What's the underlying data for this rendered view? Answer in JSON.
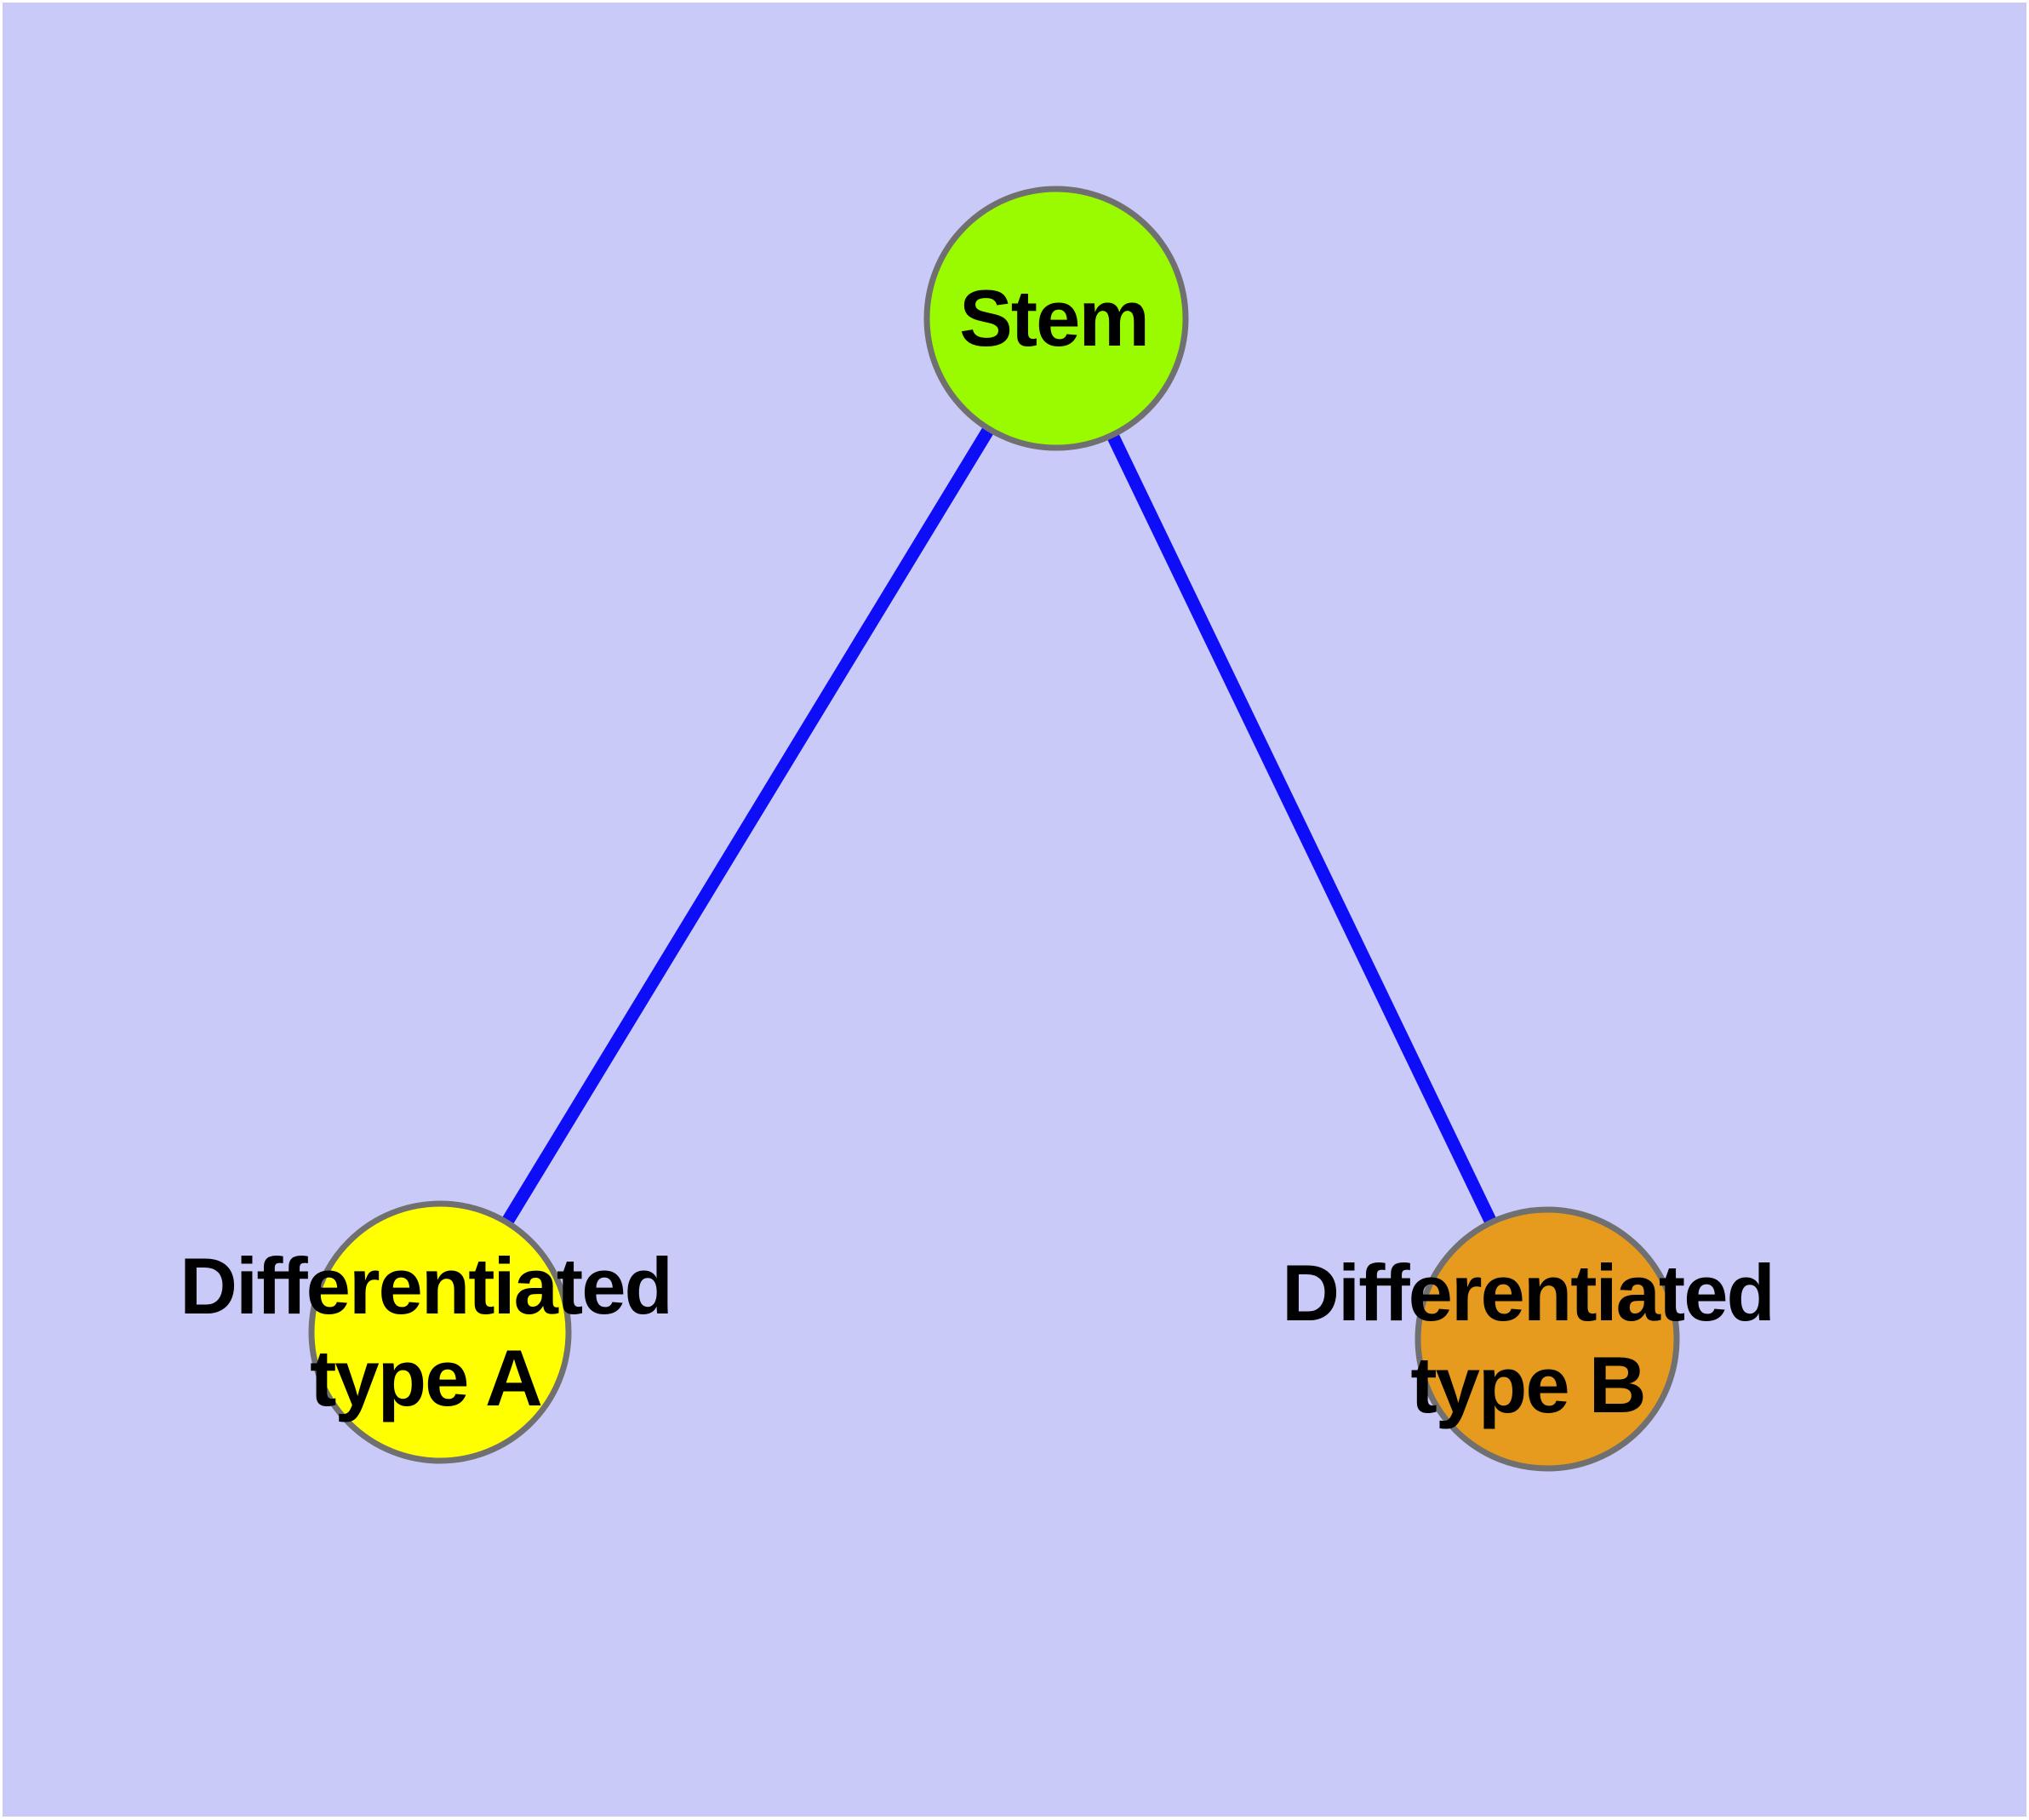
{
  "diagram": {
    "type": "graph",
    "title": "",
    "background_color": "#CACAF8",
    "frame_color": "#FFFFFF",
    "edge_color": "#0D0DF7",
    "node_border_color": "#707070",
    "label_color": "#000000",
    "nodes": [
      {
        "id": "stem",
        "label": "Stem",
        "fill": "#9AFA00"
      },
      {
        "id": "differentiated-type-a",
        "label": "Differentiated\ntype A",
        "fill": "#FFFF00"
      },
      {
        "id": "differentiated-type-b",
        "label": "Differentiated\ntype B",
        "fill": "#E69A1E"
      }
    ],
    "edges": [
      {
        "from": "Stem",
        "to": "Differentiated type A"
      },
      {
        "from": "Stem",
        "to": "Differentiated type B"
      }
    ]
  }
}
